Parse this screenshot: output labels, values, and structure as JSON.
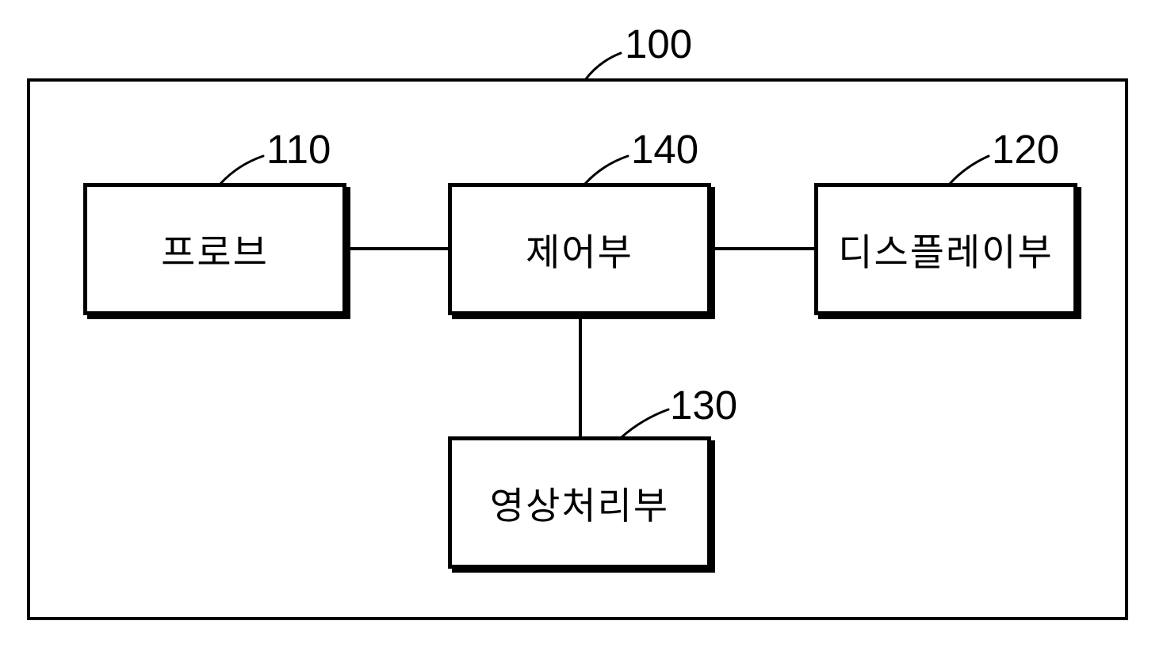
{
  "figure": {
    "system": {
      "ref": "100"
    },
    "blocks": [
      {
        "ref": "110",
        "label": "프로브"
      },
      {
        "ref": "140",
        "label": "제어부"
      },
      {
        "ref": "120",
        "label": "디스플레이부"
      },
      {
        "ref": "130",
        "label": "영상처리부"
      }
    ]
  }
}
